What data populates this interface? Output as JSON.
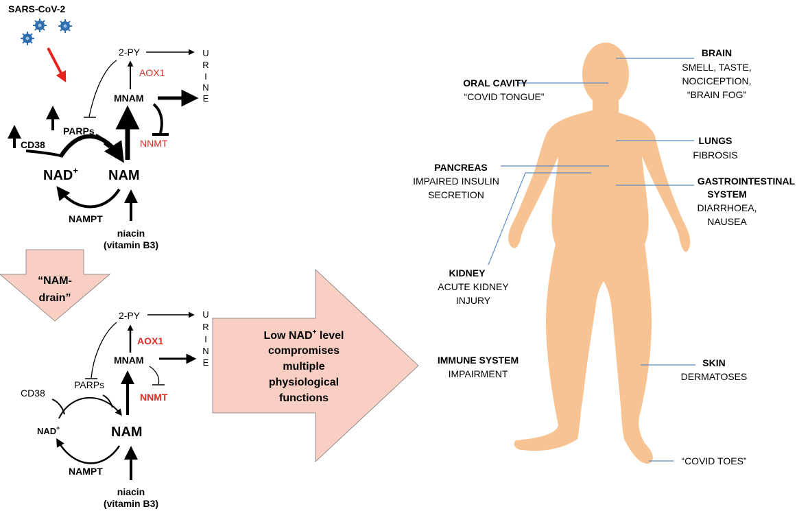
{
  "virus_label": "SARS-CoV-2",
  "colors": {
    "body": "#F8C392",
    "pink_arrow": "#F8CFC2",
    "enzyme_red": "#E02B25",
    "leader": "#5B8BC4",
    "virus": "#2F6FB0",
    "red_arrow": "#E8231E"
  },
  "top_pathway": {
    "py2": "2-PY",
    "urine": [
      "U",
      "R",
      "I",
      "N",
      "E"
    ],
    "aox1": "AOX1",
    "mnam": "MNAM",
    "nnmt": "NNMT",
    "parps": "PARPs",
    "cd38": "CD38",
    "nad": "NAD",
    "nad_sup": "+",
    "nam": "NAM",
    "nampt": "NAMPT",
    "niacin": "niacin",
    "vitamin": "(vitamin B3)"
  },
  "nam_drain": [
    "“NAM-",
    "drain”"
  ],
  "bottom_pathway": {
    "py2": "2-PY",
    "urine": [
      "U",
      "R",
      "I",
      "N",
      "E"
    ],
    "aox1": "AOX1",
    "mnam": "MNAM",
    "nnmt": "NNMT",
    "parps": "PARPs",
    "cd38": "CD38",
    "nad": "NAD",
    "nad_sup": "+",
    "nam": "NAM",
    "nampt": "NAMPT",
    "niacin": "niacin",
    "vitamin": "(vitamin B3)"
  },
  "big_arrow": {
    "line1_a": "Low NAD",
    "line1_sup": "+",
    "line1_b": " level",
    "line2": "compromises",
    "line3": "multiple",
    "line4": "physiological",
    "line5": "functions"
  },
  "organs": {
    "brain": {
      "title": "BRAIN",
      "lines": [
        "SMELL, TASTE,",
        "NOCICEPTION,",
        "“BRAIN FOG”"
      ]
    },
    "oral": {
      "title": "ORAL CAVITY",
      "lines": [
        "“COVID TONGUE”"
      ]
    },
    "lungs": {
      "title": "LUNGS",
      "lines": [
        "FIBROSIS"
      ]
    },
    "pancreas": {
      "title": "PANCREAS",
      "lines": [
        "IMPAIRED INSULIN",
        "SECRETION"
      ]
    },
    "gi": {
      "title": [
        "GASTROINTESTINAL",
        "SYSTEM"
      ],
      "lines": [
        "DIARRHOEA,",
        "NAUSEA"
      ]
    },
    "kidney": {
      "title": "KIDNEY",
      "lines": [
        "ACUTE KIDNEY",
        "INJURY"
      ]
    },
    "immune": {
      "title": "IMMUNE SYSTEM",
      "lines": [
        "IMPAIRMENT"
      ]
    },
    "skin": {
      "title": "SKIN",
      "lines": [
        "DERMATOSES"
      ]
    },
    "toes": {
      "lines": [
        "“COVID TOES”"
      ]
    }
  }
}
